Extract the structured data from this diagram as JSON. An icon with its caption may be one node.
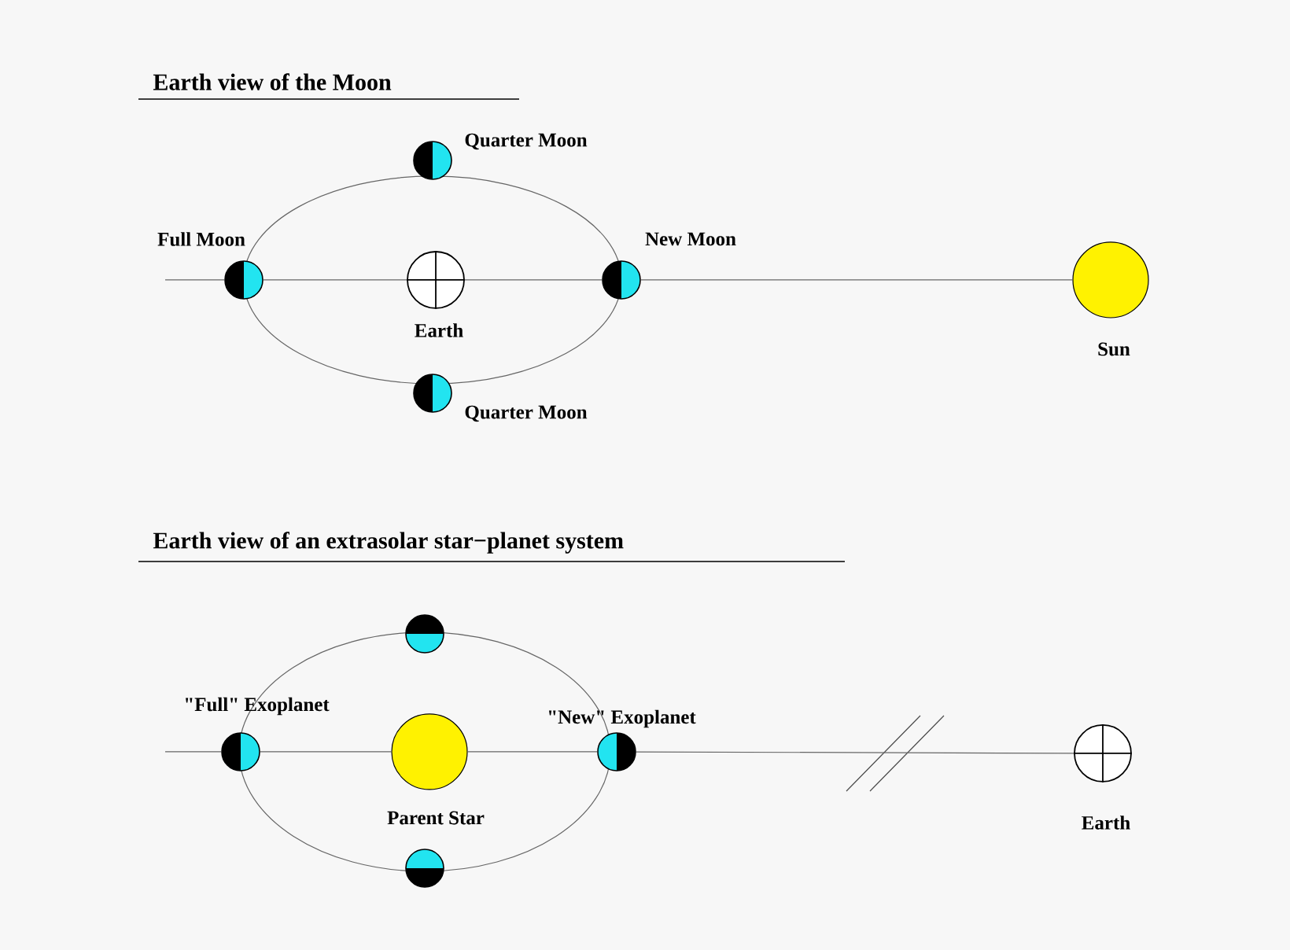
{
  "diagram": {
    "nodes": [
      {
        "text": [
          "Full Moon"
        ]
      },
      {
        "text": [
          "Quarter Moon"
        ]
      },
      {
        "text": [
          "New Moon"
        ]
      },
      {
        "text": [
          "Quarter Moon"
        ]
      },
      {
        "text": [
          "Earth"
        ]
      },
      {
        "text": [
          "Sun"
        ]
      },
      {
        "text": [
          "\"Full\" Exoplanet"
        ]
      },
      {
        "text": [],
        "shape": "circle"
      },
      {
        "text": [
          "\"New\" Exoplanet"
        ]
      },
      {
        "text": [],
        "shape": "circle"
      },
      {
        "text": [
          "Parent Star"
        ]
      },
      {
        "text": [
          "Earth"
        ]
      }
    ],
    "edges": [
      {
        "from": null,
        "to": 0,
        "arrow": "none"
      },
      {
        "from": 0,
        "to": 4,
        "arrow": "none"
      },
      {
        "from": 4,
        "to": 2,
        "arrow": "none"
      },
      {
        "from": 2,
        "to": 5,
        "arrow": "none"
      },
      {
        "from": null,
        "to": 6,
        "arrow": "none"
      },
      {
        "from": 6,
        "to": 10,
        "arrow": "none"
      },
      {
        "from": 10,
        "to": 8,
        "arrow": "none"
      },
      {
        "from": 8,
        "to": 11,
        "arrow": "none"
      }
    ],
    "labels": [
      "Earth view of the Moon",
      "Earth view of an extrasolar star−planet system"
    ]
  }
}
